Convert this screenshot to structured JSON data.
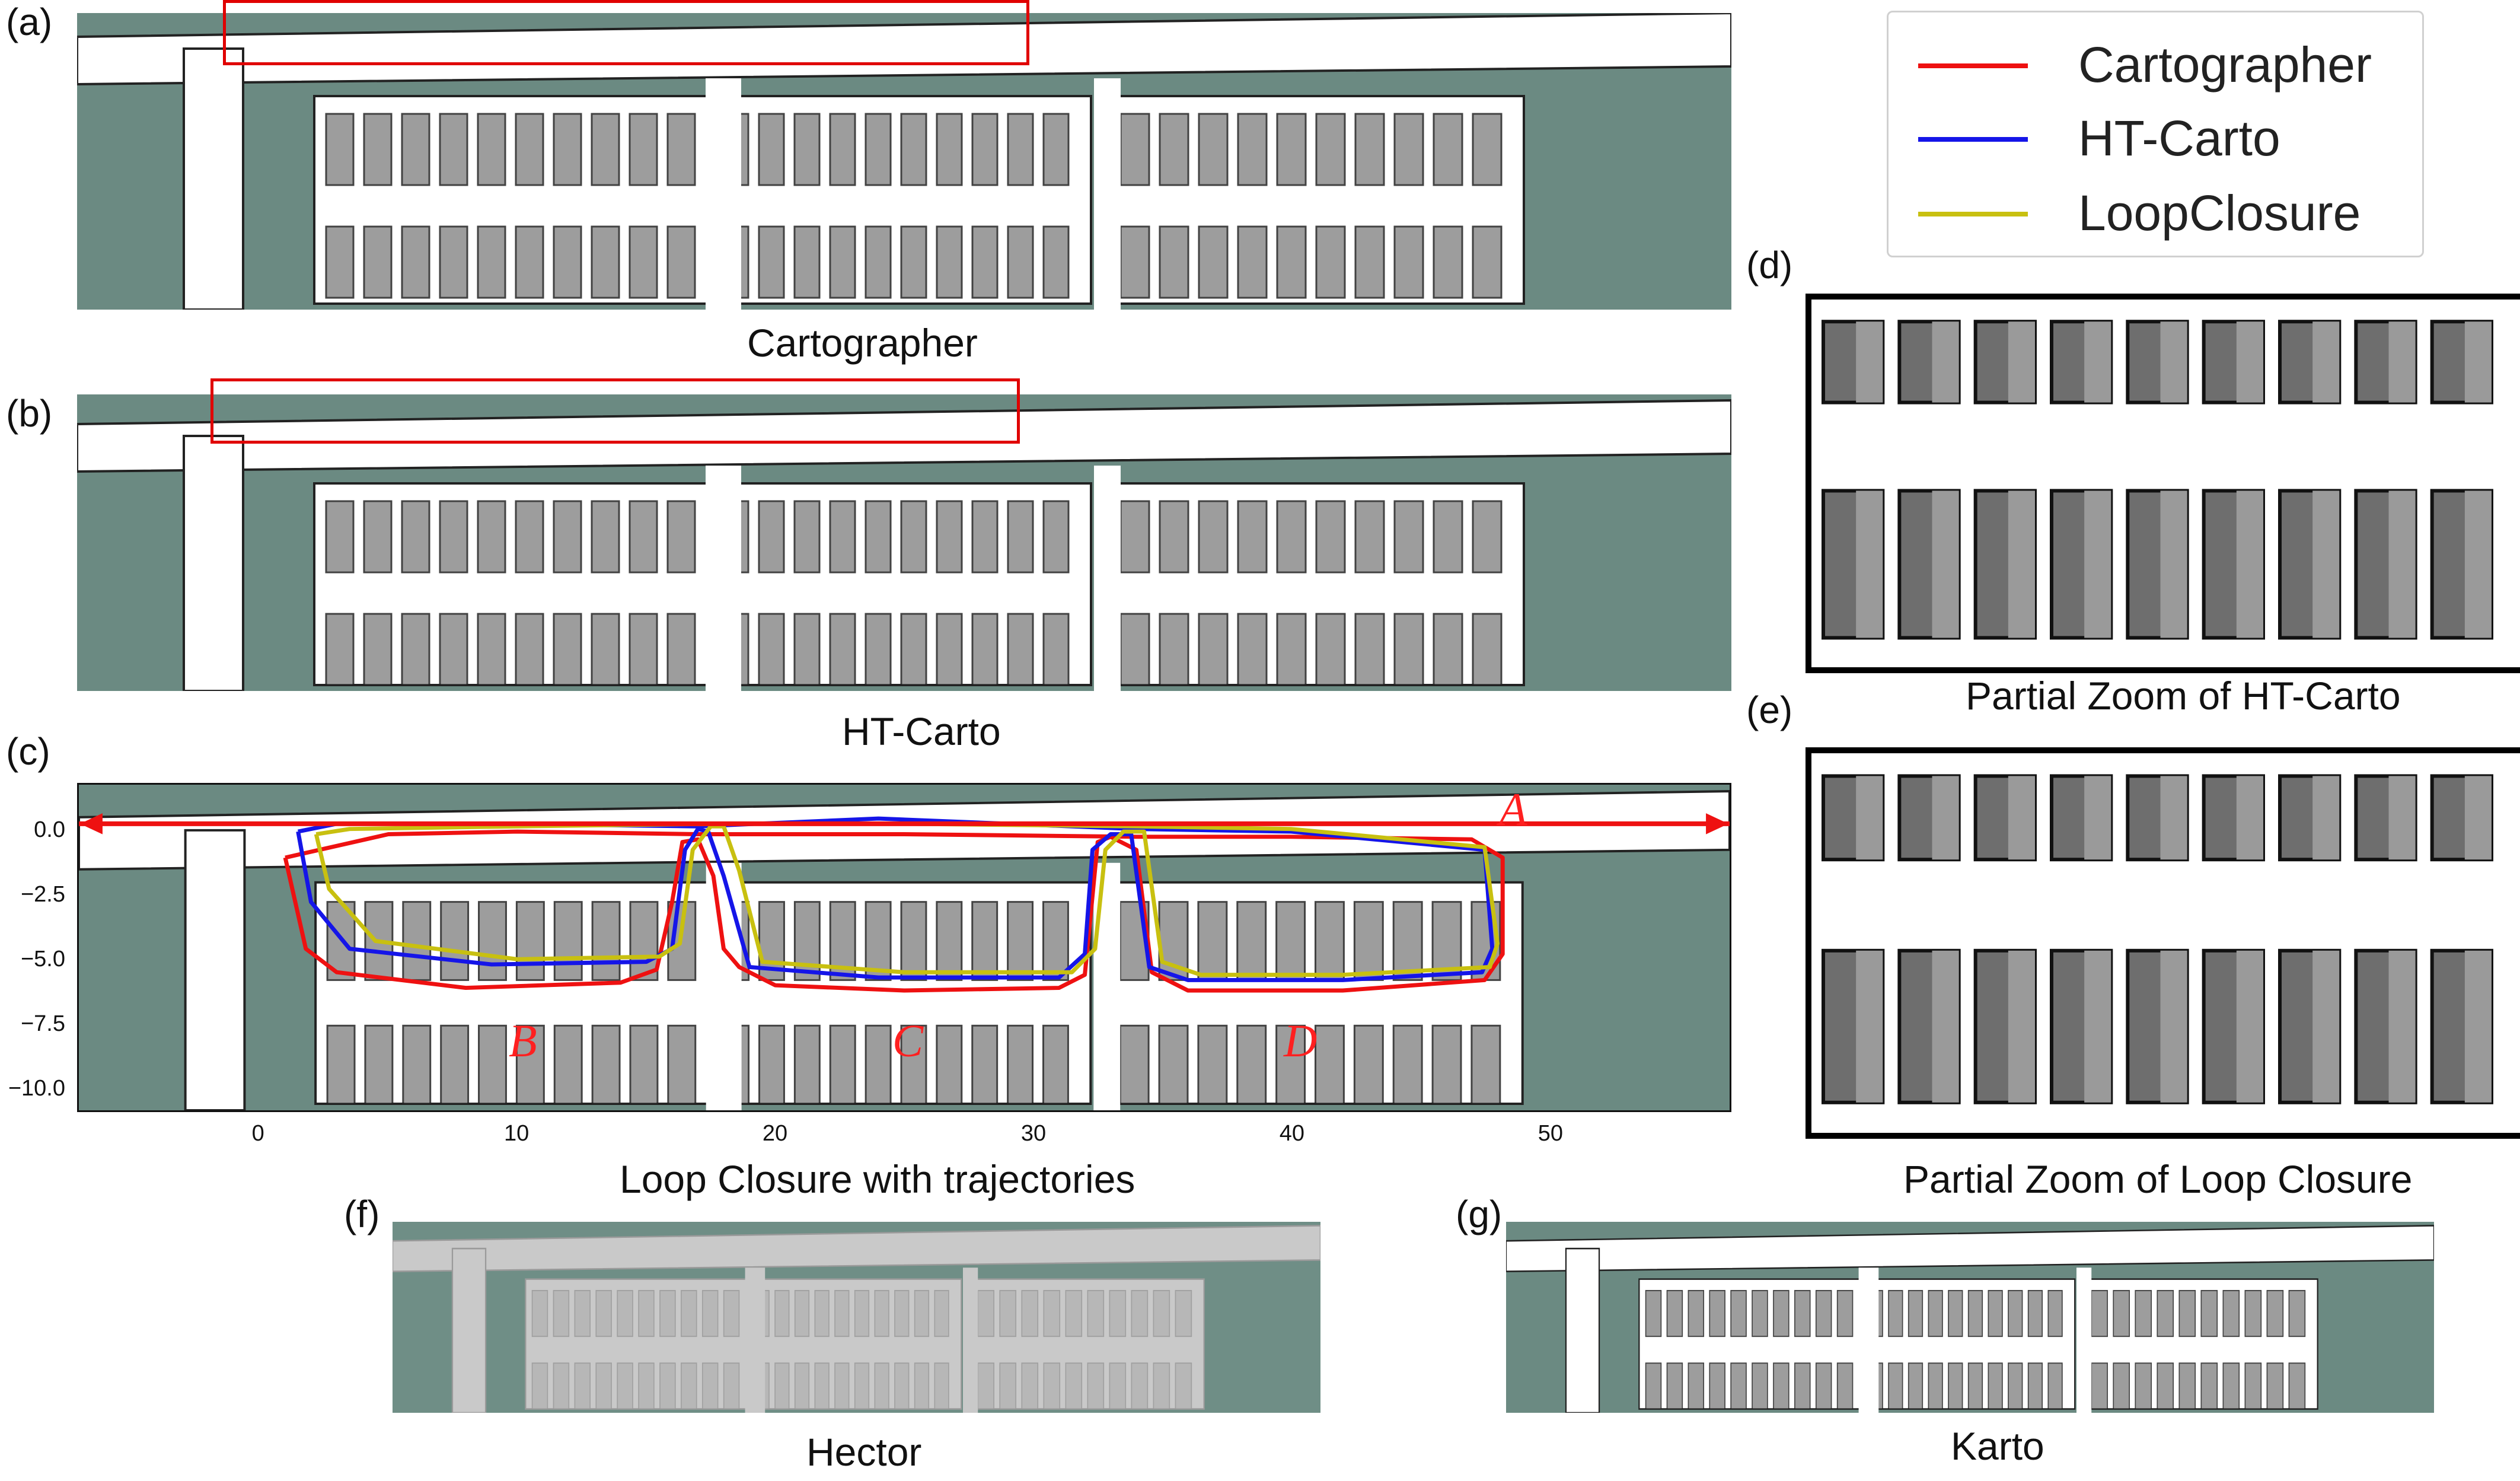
{
  "panels": {
    "a": {
      "letter": "(a)",
      "caption": "Cartographer"
    },
    "b": {
      "letter": "(b)",
      "caption": "HT-Carto"
    },
    "c": {
      "letter": "(c)",
      "caption": "Loop Closure with trajectories"
    },
    "d": {
      "letter": "(d)",
      "caption": "Partial Zoom of HT-Carto"
    },
    "e": {
      "letter": "(e)",
      "caption": "Partial Zoom of Loop Closure"
    },
    "f": {
      "letter": "(f)",
      "caption": "Hector"
    },
    "g": {
      "letter": "(g)",
      "caption": "Karto"
    }
  },
  "legend": {
    "items": [
      {
        "label": "Cartographer",
        "color": "#ee1111"
      },
      {
        "label": "HT-Carto",
        "color": "#1515e8"
      },
      {
        "label": "LoopClosure",
        "color": "#c8c010"
      }
    ]
  },
  "chart_data": {
    "type": "line",
    "x_ticks": [
      "0",
      "10",
      "20",
      "30",
      "40",
      "50"
    ],
    "y_ticks": [
      "0.0",
      "−2.5",
      "−5.0",
      "−7.5",
      "−10.0"
    ],
    "xlim": [
      -7,
      57
    ],
    "ylim": [
      -11,
      1.5
    ],
    "region_labels": [
      "A",
      "B",
      "C",
      "D"
    ],
    "series": [
      {
        "name": "Cartographer",
        "color": "#ee1111",
        "x": [
          1,
          1.8,
          3,
          8,
          14,
          15.4,
          16,
          16.4,
          17,
          17.6,
          18,
          18.6,
          20,
          25,
          31,
          32,
          32.5,
          33,
          34,
          34.6,
          36,
          42,
          47.5,
          48.2,
          48.2,
          47,
          40,
          34,
          25,
          17,
          10,
          5,
          1
        ],
        "y": [
          -1.3,
          -4.8,
          -5.7,
          -6.3,
          -6.1,
          -5.6,
          -3.0,
          -0.7,
          -0.6,
          -2.0,
          -4.8,
          -5.5,
          -6.2,
          -6.4,
          -6.3,
          -5.8,
          -0.7,
          -0.5,
          -1.0,
          -5.7,
          -6.4,
          -6.4,
          -6.0,
          -5.0,
          -1.3,
          -0.6,
          -0.5,
          -0.5,
          -0.4,
          -0.4,
          -0.3,
          -0.4,
          -1.3
        ]
      },
      {
        "name": "HT-Carto",
        "color": "#1515e8",
        "x": [
          1.5,
          2,
          3.5,
          9,
          15,
          16,
          16.5,
          17,
          17.4,
          18,
          19,
          24,
          31,
          32,
          32.3,
          33,
          33.8,
          34.5,
          36,
          42,
          47.4,
          47.8,
          47.5,
          40,
          34,
          24,
          17,
          9,
          3,
          1.5
        ],
        "y": [
          -0.3,
          -3.0,
          -4.8,
          -5.4,
          -5.3,
          -4.8,
          -1.0,
          -0.2,
          -0.3,
          -2.0,
          -5.5,
          -5.9,
          -5.9,
          -5.0,
          -1.0,
          -0.4,
          -0.4,
          -5.5,
          -6.0,
          -6.0,
          -5.7,
          -4.8,
          -1.0,
          -0.3,
          -0.2,
          0.2,
          -0.1,
          0.0,
          0.0,
          -0.3
        ]
      },
      {
        "name": "LoopClosure",
        "color": "#c8c010",
        "x": [
          2.2,
          2.7,
          4.5,
          10,
          15.5,
          16.3,
          16.8,
          17.5,
          18,
          18.6,
          19.5,
          25,
          31.5,
          32.4,
          32.8,
          33.5,
          34.3,
          35,
          36.5,
          42,
          47.7,
          48,
          47.5,
          40,
          34,
          25,
          18,
          10,
          3.5,
          2.2
        ],
        "y": [
          -0.4,
          -2.5,
          -4.5,
          -5.2,
          -5.1,
          -4.6,
          -1.0,
          -0.1,
          -0.1,
          -1.8,
          -5.3,
          -5.7,
          -5.7,
          -4.8,
          -1.0,
          -0.3,
          -0.3,
          -5.3,
          -5.8,
          -5.8,
          -5.5,
          -4.6,
          -0.9,
          -0.2,
          -0.1,
          0.0,
          0.0,
          -0.1,
          -0.2,
          -0.4
        ]
      },
      {
        "name": "",
        "color": "#ee1111",
        "x": [
          -7,
          57
        ],
        "y": [
          0,
          0
        ]
      }
    ]
  }
}
